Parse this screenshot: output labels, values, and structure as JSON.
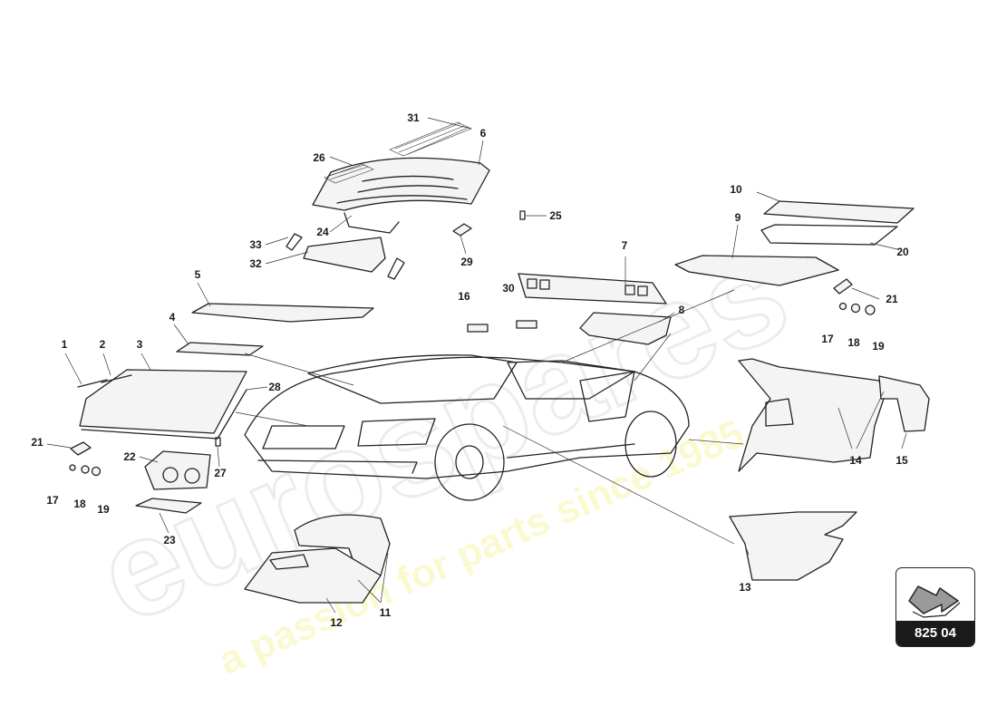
{
  "callouts": [
    {
      "id": "1",
      "label": "1"
    },
    {
      "id": "2",
      "label": "2"
    },
    {
      "id": "3",
      "label": "3"
    },
    {
      "id": "4",
      "label": "4"
    },
    {
      "id": "5",
      "label": "5"
    },
    {
      "id": "6",
      "label": "6"
    },
    {
      "id": "7",
      "label": "7"
    },
    {
      "id": "8",
      "label": "8"
    },
    {
      "id": "9",
      "label": "9"
    },
    {
      "id": "10",
      "label": "10"
    },
    {
      "id": "11",
      "label": "11"
    },
    {
      "id": "12",
      "label": "12"
    },
    {
      "id": "13",
      "label": "13"
    },
    {
      "id": "14",
      "label": "14"
    },
    {
      "id": "15",
      "label": "15"
    },
    {
      "id": "16",
      "label": "16"
    },
    {
      "id": "17a",
      "label": "17"
    },
    {
      "id": "17b",
      "label": "17"
    },
    {
      "id": "18a",
      "label": "18"
    },
    {
      "id": "18b",
      "label": "18"
    },
    {
      "id": "19a",
      "label": "19"
    },
    {
      "id": "19b",
      "label": "19"
    },
    {
      "id": "20",
      "label": "20"
    },
    {
      "id": "21a",
      "label": "21"
    },
    {
      "id": "21b",
      "label": "21"
    },
    {
      "id": "22",
      "label": "22"
    },
    {
      "id": "23",
      "label": "23"
    },
    {
      "id": "24",
      "label": "24"
    },
    {
      "id": "25",
      "label": "25"
    },
    {
      "id": "26",
      "label": "26"
    },
    {
      "id": "27",
      "label": "27"
    },
    {
      "id": "28",
      "label": "28"
    },
    {
      "id": "29",
      "label": "29"
    },
    {
      "id": "30",
      "label": "30"
    },
    {
      "id": "31",
      "label": "31"
    },
    {
      "id": "32",
      "label": "32"
    },
    {
      "id": "33",
      "label": "33"
    }
  ],
  "badge": {
    "code": "825 04"
  },
  "watermark": {
    "brand": "eurospares",
    "tagline": "a passion for parts since 1985"
  }
}
